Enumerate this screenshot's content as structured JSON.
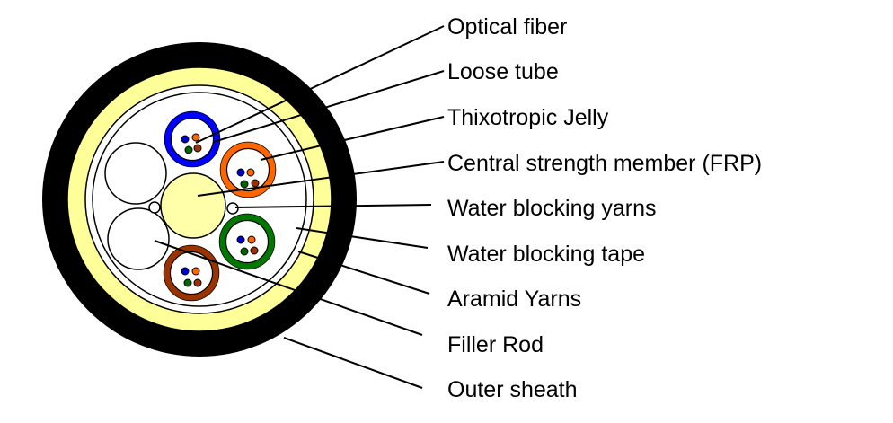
{
  "labels": [
    "Optical fiber",
    "Loose tube",
    "Thixotropic Jelly",
    "Central strength member (FRP)",
    "Water blocking yarns",
    "Water blocking tape",
    "Aramid Yarns",
    "Filler Rod",
    "Outer sheath"
  ],
  "colors": {
    "sheath": "#000000",
    "aramid_yarns": "#ffff99",
    "central_member": "#ffffaa",
    "tube_blue": "#0000ff",
    "tube_orange": "#ff6600",
    "tube_green": "#007700",
    "tube_brown": "#993300",
    "fiber_blue": "#0000cc",
    "fiber_orange": "#ff6600",
    "fiber_green": "#006600",
    "fiber_brown": "#993300"
  }
}
